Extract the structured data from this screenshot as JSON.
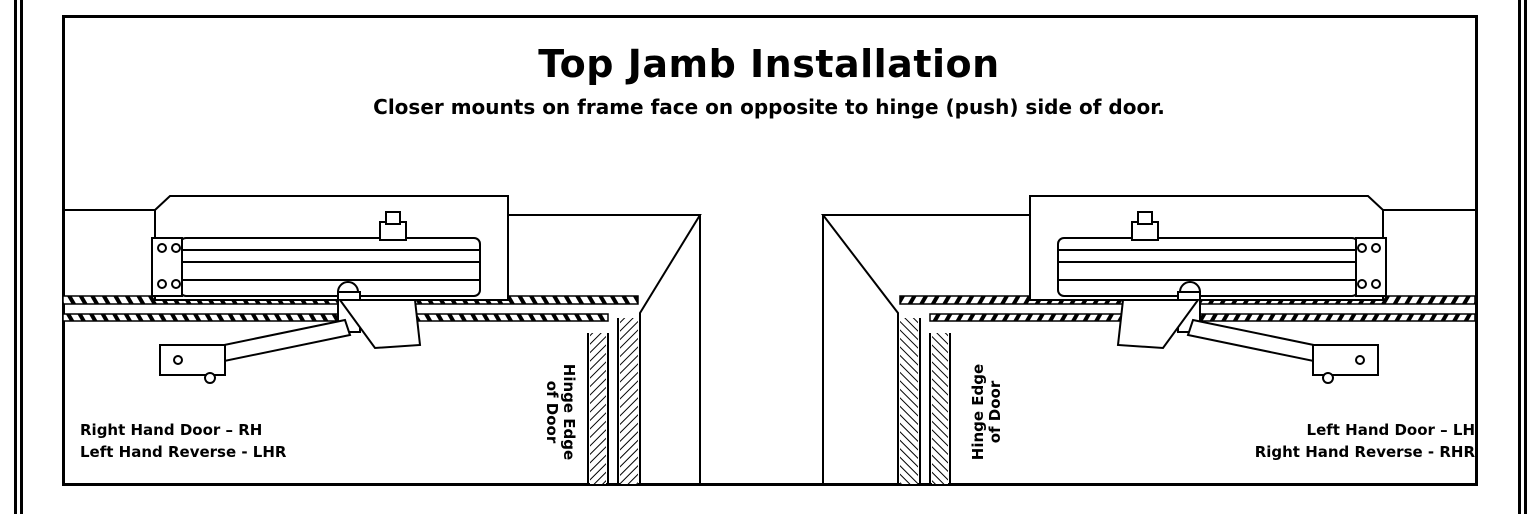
{
  "diagram": {
    "title": "Top Jamb Installation",
    "subtitle": "Closer mounts on frame face on opposite to hinge (push) side of door.",
    "left_panel": {
      "hinge_label_line1": "Hinge Edge",
      "hinge_label_line2": "of Door",
      "caption_line1": "Right Hand Door – RH",
      "caption_line2": "Left Hand Reverse - LHR"
    },
    "right_panel": {
      "hinge_label_line1": "Hinge Edge",
      "hinge_label_line2": "of Door",
      "caption_line1": "Left Hand Door – LH",
      "caption_line2": "Right Hand Reverse - RHR"
    }
  }
}
